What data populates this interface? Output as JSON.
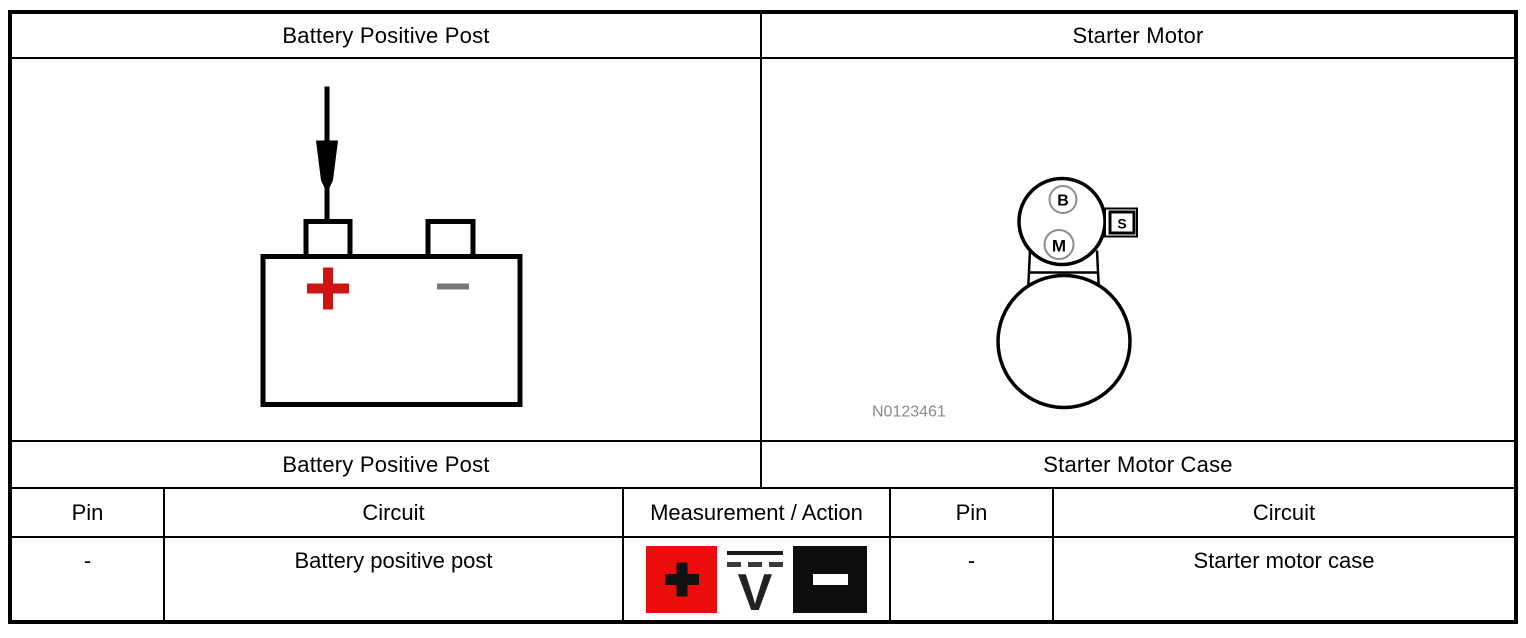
{
  "left_panel": {
    "title": "Battery Positive Post",
    "caption": "Battery Positive Post"
  },
  "right_panel": {
    "title": "Starter Motor",
    "caption": "Starter Motor Case",
    "figure_label": "N0123461",
    "terminal_b": "B",
    "terminal_m": "M",
    "terminal_s": "S"
  },
  "pin_table": {
    "header": {
      "pin_left": "Pin",
      "circuit_left": "Circuit",
      "measurement": "Measurement / Action",
      "pin_right": "Pin",
      "circuit_right": "Circuit"
    },
    "row": {
      "pin_left": "-",
      "circuit_left": "Battery positive post",
      "pin_right": "-",
      "circuit_right": "Starter motor case"
    }
  },
  "measurement_icons": {
    "positive_lead": "positive-lead-icon",
    "dc_voltage": "dc-voltage-icon",
    "negative_lead": "negative-lead-icon",
    "voltage_letter": "V"
  },
  "colors": {
    "battery_positive_red": "#cc1414",
    "lead_box_red": "#ee0d0d",
    "negative_box_black": "#0d0d0d",
    "battery_minus_gray": "#777777",
    "figure_label_gray": "#8a8a8a"
  }
}
